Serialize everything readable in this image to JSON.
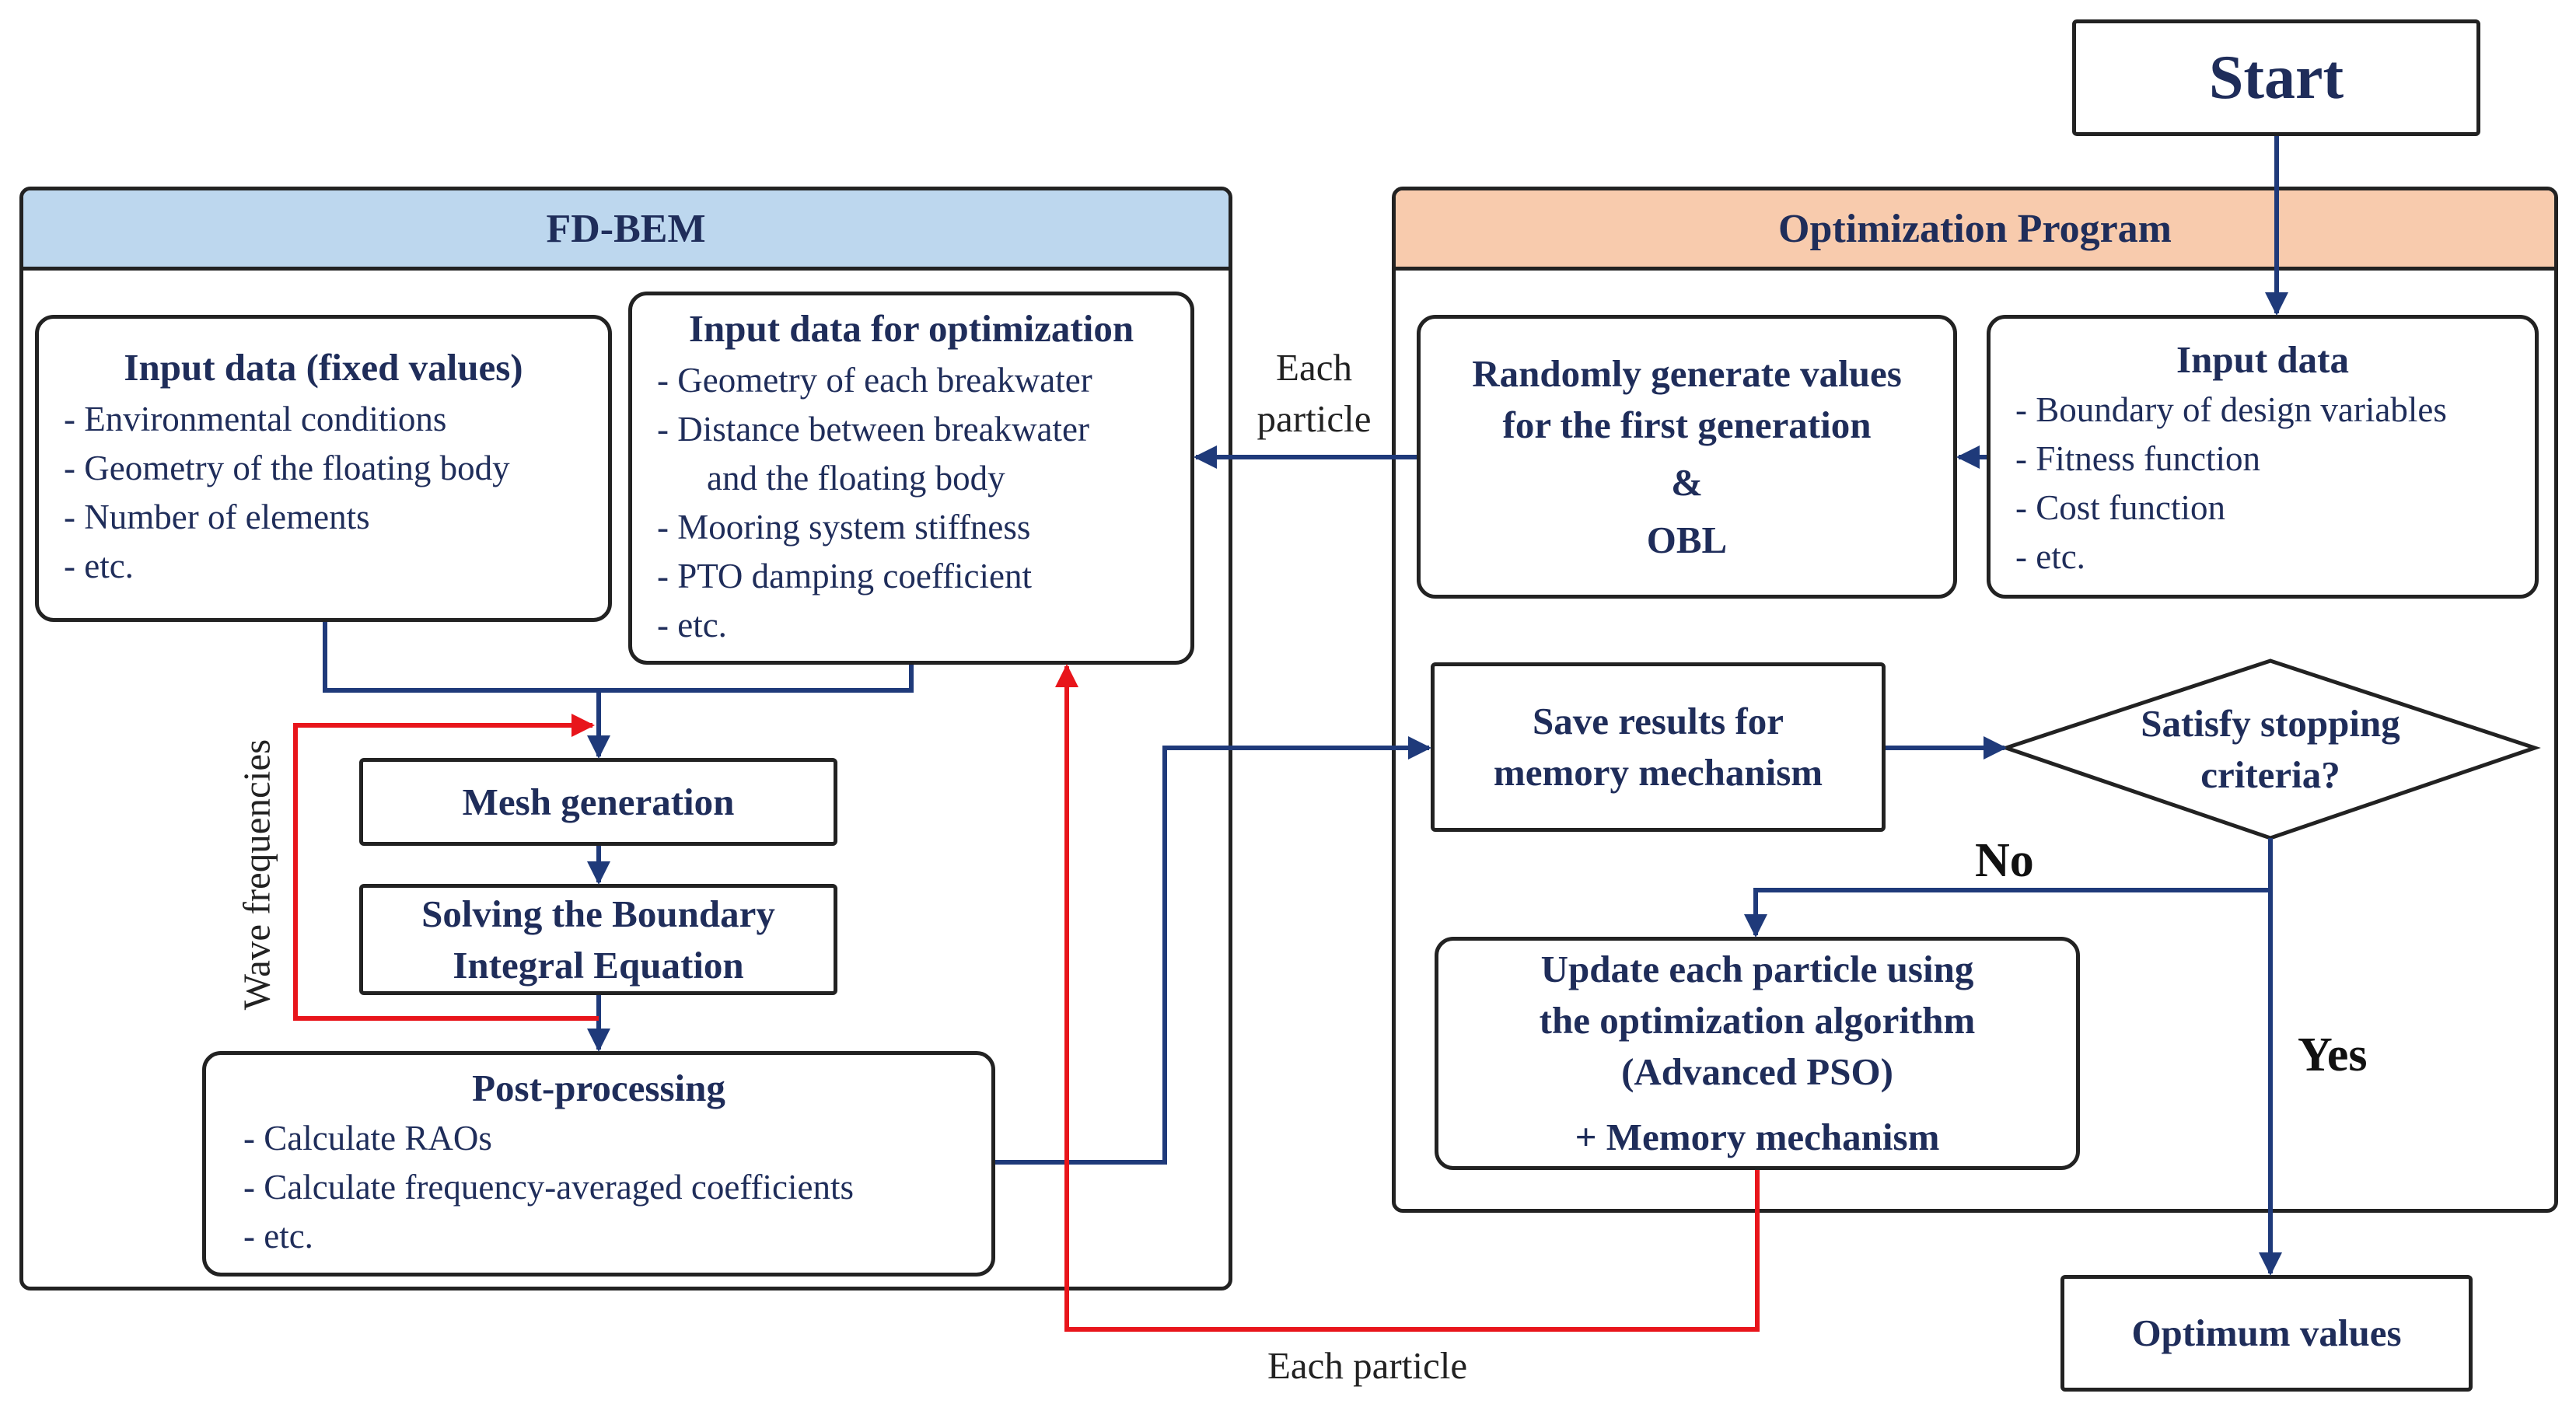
{
  "colors": {
    "navy": "#1f3a7a",
    "red": "#e8151b",
    "fd_bem_header": "#bdd7ee",
    "optimization_header": "#f8cbad",
    "text": "#1f2d5a",
    "border": "#222222"
  },
  "start": {
    "label": "Start"
  },
  "fd_bem": {
    "title": "FD-BEM",
    "fixed_input": {
      "title": "Input data (fixed values)",
      "items": [
        "- Environmental  conditions",
        "- Geometry of the floating body",
        "- Number of elements",
        "- etc."
      ]
    },
    "opt_input": {
      "title": "Input data for optimization",
      "items": [
        "- Geometry  of each breakwater",
        "- Distance between breakwater",
        "and the floating body",
        "- Mooring system stiffness",
        "- PTO damping coefficient",
        "- etc."
      ]
    },
    "mesh": {
      "title": "Mesh generation"
    },
    "solve": {
      "line1": "Solving the Boundary",
      "line2": "Integral Equation"
    },
    "post": {
      "title": "Post-processing",
      "items": [
        "- Calculate RAOs",
        "- Calculate frequency-averaged  coefficients",
        "- etc."
      ]
    },
    "wave_label": "Wave frequencies"
  },
  "optimization": {
    "title": "Optimization Program",
    "input": {
      "title": "Input data",
      "items": [
        "- Boundary of design variables",
        "- Fitness function",
        "- Cost function",
        "- etc."
      ]
    },
    "random": {
      "line1": "Randomly generate values",
      "line2": "for the first generation",
      "amp": "&",
      "obl": "OBL"
    },
    "save": {
      "line1": "Save results for",
      "line2": "memory mechanism"
    },
    "criteria": {
      "line1": "Satisfy stopping",
      "line2": "criteria?"
    },
    "update": {
      "line1": "Update each particle using",
      "line2": "the optimization algorithm",
      "line3": "(Advanced PSO)",
      "line4": "+ Memory mechanism"
    }
  },
  "labels": {
    "each_particle_top_1": "Each",
    "each_particle_top_2": "particle",
    "each_particle_bottom": "Each particle",
    "no": "No",
    "yes": "Yes"
  },
  "optimum": {
    "label": "Optimum values"
  }
}
